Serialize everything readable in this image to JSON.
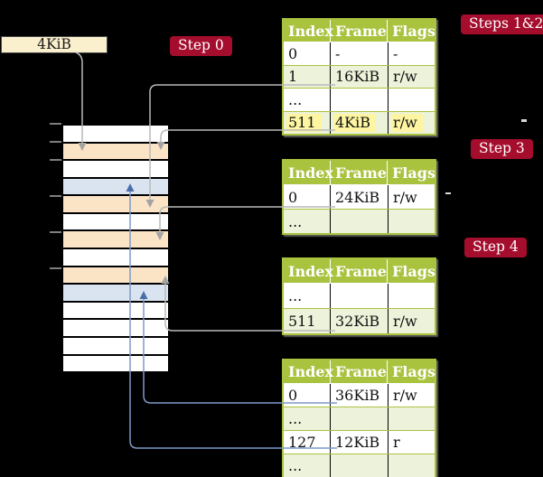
{
  "colors": {
    "background": "#000000",
    "table_header_bg": "#a9c33f",
    "table_border": "#a9c33f",
    "row_bg": "#ffffff",
    "row_alt_bg": "#edf2da",
    "highlight_bg": "#fdf5a1",
    "frame_white": "#ffffff",
    "frame_peach": "#fbe3c6",
    "frame_blue": "#dae4f1",
    "frame_label_bg": "#fbf0cd",
    "step_badge_bg": "#a50d2d",
    "gray_arrow": "#b9b9b9",
    "gray_arrowhead": "#a3a3a3",
    "blue_arrow": "#7e99c7",
    "blue_arrowhead": "#4a6fa8"
  },
  "frame_label": {
    "text": "4KiB"
  },
  "badges": {
    "step0": "Step 0",
    "steps12": "Steps 1&2",
    "step3": "Step 3",
    "step4": "Step 4"
  },
  "memory": {
    "rows": [
      {
        "color": "white"
      },
      {
        "color": "peach"
      },
      {
        "color": "white"
      },
      {
        "color": "blue"
      },
      {
        "color": "peach"
      },
      {
        "color": "white"
      },
      {
        "color": "peach"
      },
      {
        "color": "white"
      },
      {
        "color": "peach"
      },
      {
        "color": "blue"
      },
      {
        "color": "white"
      },
      {
        "color": "white"
      },
      {
        "color": "white"
      },
      {
        "color": "white"
      }
    ]
  },
  "tables": [
    {
      "name": "page-table-1",
      "headers": [
        "Index",
        "Frame",
        "Flags"
      ],
      "rows": [
        {
          "cells": [
            "0",
            "-",
            "-"
          ],
          "shaded": false,
          "highlighted": false
        },
        {
          "cells": [
            "1",
            "16KiB",
            "r/w"
          ],
          "shaded": true,
          "highlighted": false
        },
        {
          "cells": [
            "...",
            "",
            ""
          ],
          "shaded": false,
          "highlighted": false
        },
        {
          "cells": [
            "511",
            "4KiB",
            "r/w"
          ],
          "shaded": true,
          "highlighted": true
        }
      ]
    },
    {
      "name": "page-table-2",
      "headers": [
        "Index",
        "Frame",
        "Flags"
      ],
      "rows": [
        {
          "cells": [
            "0",
            "24KiB",
            "r/w"
          ],
          "shaded": false,
          "highlighted": false
        },
        {
          "cells": [
            "...",
            "",
            ""
          ],
          "shaded": true,
          "highlighted": false
        }
      ]
    },
    {
      "name": "page-table-3",
      "headers": [
        "Index",
        "Frame",
        "Flags"
      ],
      "rows": [
        {
          "cells": [
            "...",
            "",
            ""
          ],
          "shaded": false,
          "highlighted": false
        },
        {
          "cells": [
            "511",
            "32KiB",
            "r/w"
          ],
          "shaded": true,
          "highlighted": false
        }
      ]
    },
    {
      "name": "page-table-4",
      "headers": [
        "Index",
        "Frame",
        "Flags"
      ],
      "rows": [
        {
          "cells": [
            "0",
            "36KiB",
            "r/w"
          ],
          "shaded": false,
          "highlighted": false
        },
        {
          "cells": [
            "...",
            "",
            ""
          ],
          "shaded": true,
          "highlighted": false
        },
        {
          "cells": [
            "127",
            "12KiB",
            "r"
          ],
          "shaded": false,
          "highlighted": false
        },
        {
          "cells": [
            "...",
            "",
            ""
          ],
          "shaded": true,
          "highlighted": false
        }
      ]
    }
  ],
  "connections": [
    {
      "from": "frame-size-label-4KiB",
      "to": "memory-frame-4KiB",
      "color": "gray"
    },
    {
      "from": "table-1-row-1",
      "to": "memory-frame-16KiB",
      "color": "gray"
    },
    {
      "from": "table-1-row-511",
      "to": "memory-frame-4KiB",
      "color": "gray"
    },
    {
      "from": "table-2-row-0",
      "to": "memory-frame-24KiB",
      "color": "gray"
    },
    {
      "from": "table-3-row-511",
      "to": "memory-frame-32KiB",
      "color": "gray"
    },
    {
      "from": "table-4-row-0",
      "to": "memory-frame-36KiB",
      "color": "blue"
    },
    {
      "from": "table-4-row-127",
      "to": "memory-frame-12KiB",
      "color": "blue"
    }
  ]
}
